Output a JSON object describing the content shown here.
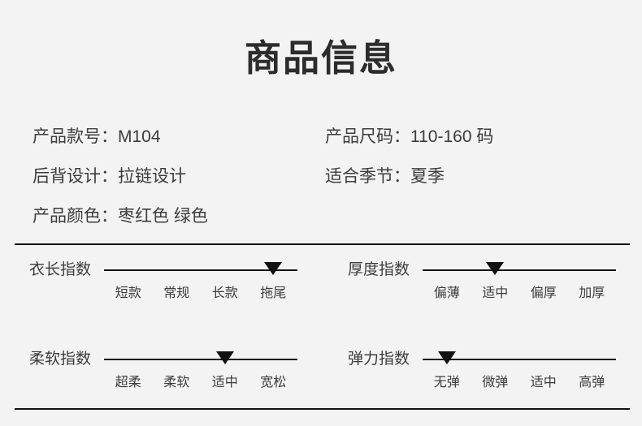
{
  "page": {
    "title": "商品信息",
    "background_color": "#f3f3f3",
    "text_color": "#3c3c3c",
    "line_color": "#111111"
  },
  "specs": [
    {
      "left": {
        "label": "产品款号：",
        "value": "M104"
      },
      "right": {
        "label": "产品尺码：",
        "value": "110-160 码"
      }
    },
    {
      "left": {
        "label": "后背设计：",
        "value": "拉链设计"
      },
      "right": {
        "label": "适合季节：",
        "value": "夏季"
      }
    },
    {
      "left": {
        "label": "产品颜色：",
        "value": "枣红色 绿色"
      },
      "right": {
        "label": "",
        "value": ""
      }
    }
  ],
  "gauges": [
    {
      "name": "衣长指数",
      "steps": [
        "短款",
        "常规",
        "长款",
        "拖尾"
      ],
      "selected_index": 3,
      "selected_label": "拖尾"
    },
    {
      "name": "厚度指数",
      "steps": [
        "偏薄",
        "适中",
        "偏厚",
        "加厚"
      ],
      "selected_index": 1,
      "selected_label": "适中"
    },
    {
      "name": "柔软指数",
      "steps": [
        "超柔",
        "柔软",
        "适中",
        "宽松"
      ],
      "selected_index": 2,
      "selected_label": "适中"
    },
    {
      "name": "弹力指数",
      "steps": [
        "无弹",
        "微弹",
        "适中",
        "高弹"
      ],
      "selected_index": 0,
      "selected_label": "无弹"
    }
  ]
}
